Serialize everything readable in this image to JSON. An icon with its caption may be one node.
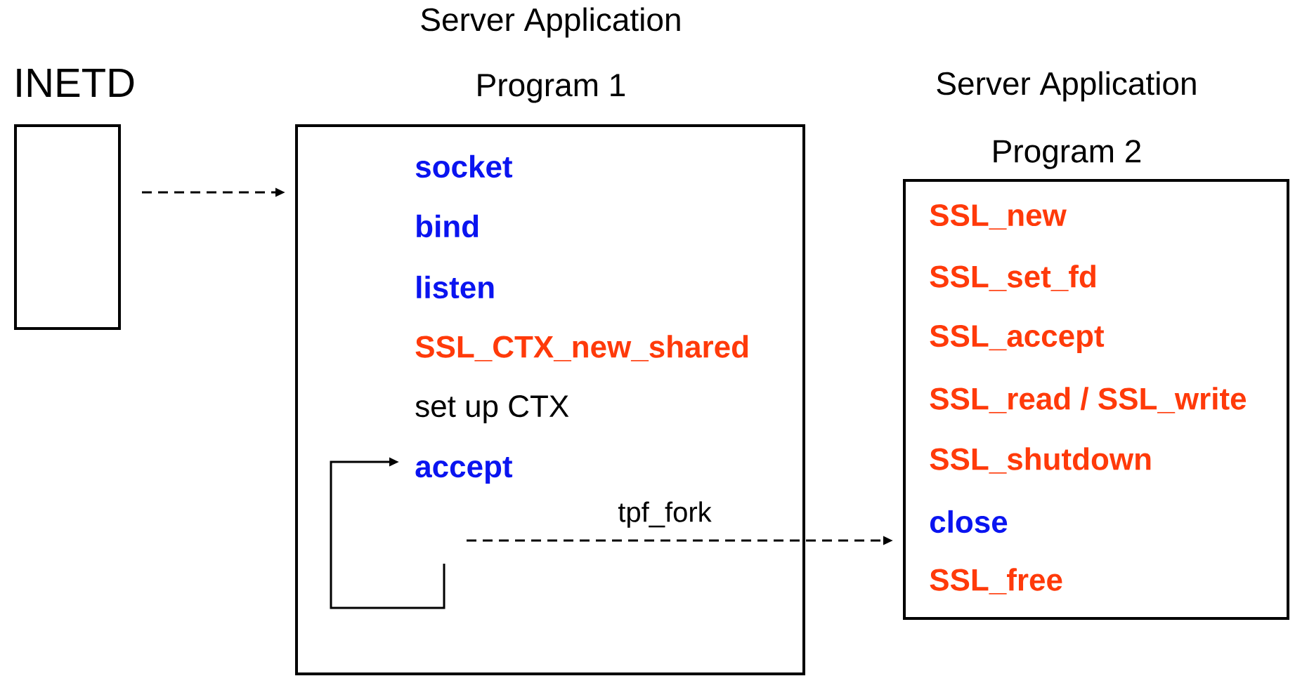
{
  "diagram": {
    "nodes": [
      {
        "text": [
          "INETD"
        ]
      },
      {
        "text": [
          "Server Application",
          "Program 1"
        ]
      },
      {
        "text": [
          "Server Application",
          "Program 2"
        ]
      },
      {
        "text": [
          "socket"
        ],
        "in": 1
      },
      {
        "text": [
          "bind"
        ],
        "in": 1
      },
      {
        "text": [
          "listen"
        ],
        "in": 1
      },
      {
        "text": [
          "SSL_CTX_new_shared"
        ],
        "in": 1
      },
      {
        "text": [
          "set up CTX"
        ],
        "in": 1
      },
      {
        "text": [
          "accept"
        ],
        "in": 1
      },
      {
        "text": [
          "SSL_new"
        ],
        "in": 2
      },
      {
        "text": [
          "SSL_set_fd"
        ],
        "in": 2
      },
      {
        "text": [
          "SSL_accept"
        ],
        "in": 2
      },
      {
        "text": [
          "SSL_read / SSL_write"
        ],
        "in": 2
      },
      {
        "text": [
          "SSL_shutdown"
        ],
        "in": 2
      },
      {
        "text": [
          "close"
        ],
        "in": 2
      },
      {
        "text": [
          "SSL_free"
        ],
        "in": 2
      }
    ],
    "edges": [
      {
        "from": 0,
        "to": 1,
        "arrow": "to",
        "style": "dashed"
      },
      {
        "from": null,
        "to": 8,
        "arrow": "to"
      },
      {
        "from": null,
        "to": 2,
        "arrow": "to",
        "style": "dashed",
        "label": "tpf_fork"
      }
    ]
  }
}
